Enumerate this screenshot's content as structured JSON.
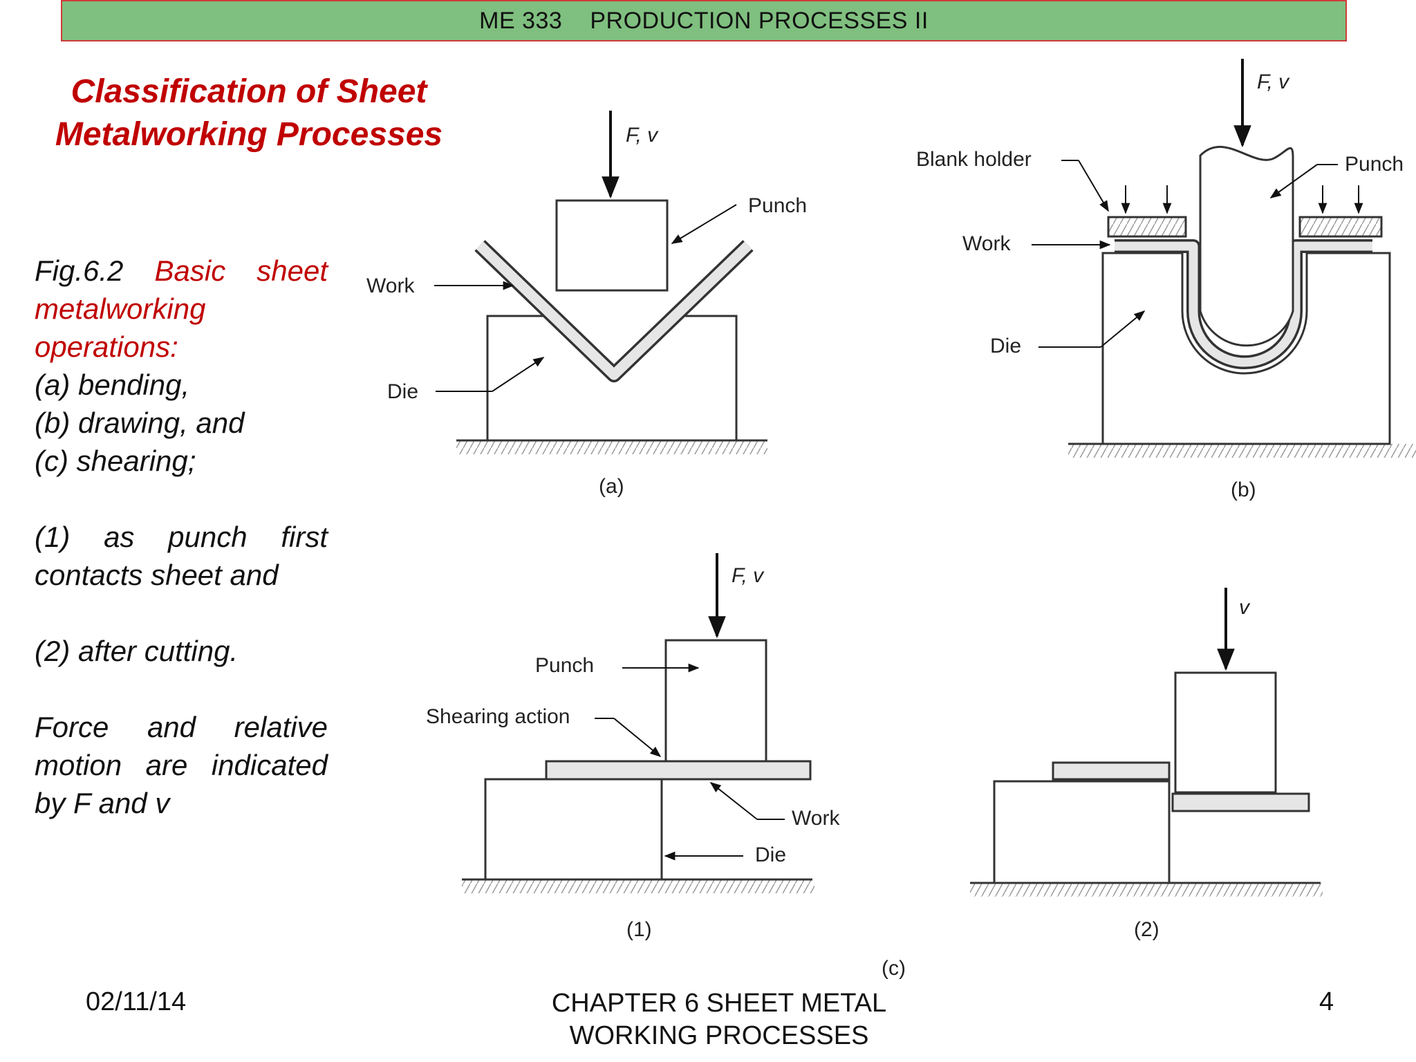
{
  "header": {
    "course": "ME 333",
    "subject": "PRODUCTION PROCESSES II"
  },
  "title": {
    "line1": "Classification of Sheet",
    "line2": "Metalworking Processes"
  },
  "caption": {
    "fig_number": "Fig.6.2",
    "fig_title_1": "Basic sheet",
    "fig_title_2": "metalworking",
    "fig_title_3": "operations:",
    "item_a": "(a) bending,",
    "item_b": "(b) drawing, and",
    "item_c": "(c) shearing;",
    "note_1a": "(1) as punch first",
    "note_1b": "contacts sheet and",
    "note_2": "(2) after cutting.",
    "note_3a": "Force and relative",
    "note_3b": "motion are indicated",
    "note_3c": "by F and v"
  },
  "figures": {
    "a": {
      "force": "F, v",
      "punch": "Punch",
      "work": "Work",
      "die": "Die",
      "tag": "(a)"
    },
    "b": {
      "force": "F, v",
      "blank_holder": "Blank holder",
      "punch": "Punch",
      "work": "Work",
      "die": "Die",
      "tag": "(b)"
    },
    "c1": {
      "force": "F, v",
      "punch": "Punch",
      "shearing": "Shearing action",
      "work": "Work",
      "die": "Die",
      "tag": "(1)"
    },
    "c2": {
      "velocity": "v",
      "tag": "(2)"
    },
    "c_tag": "(c)"
  },
  "footer": {
    "date": "02/11/14",
    "chapter_line1": "CHAPTER 6 SHEET METAL",
    "chapter_line2": "WORKING PROCESSES",
    "page": "4"
  },
  "colors": {
    "header_bg": "#7fbf7f",
    "header_border": "#d03a3a",
    "accent_red": "#c00000"
  }
}
